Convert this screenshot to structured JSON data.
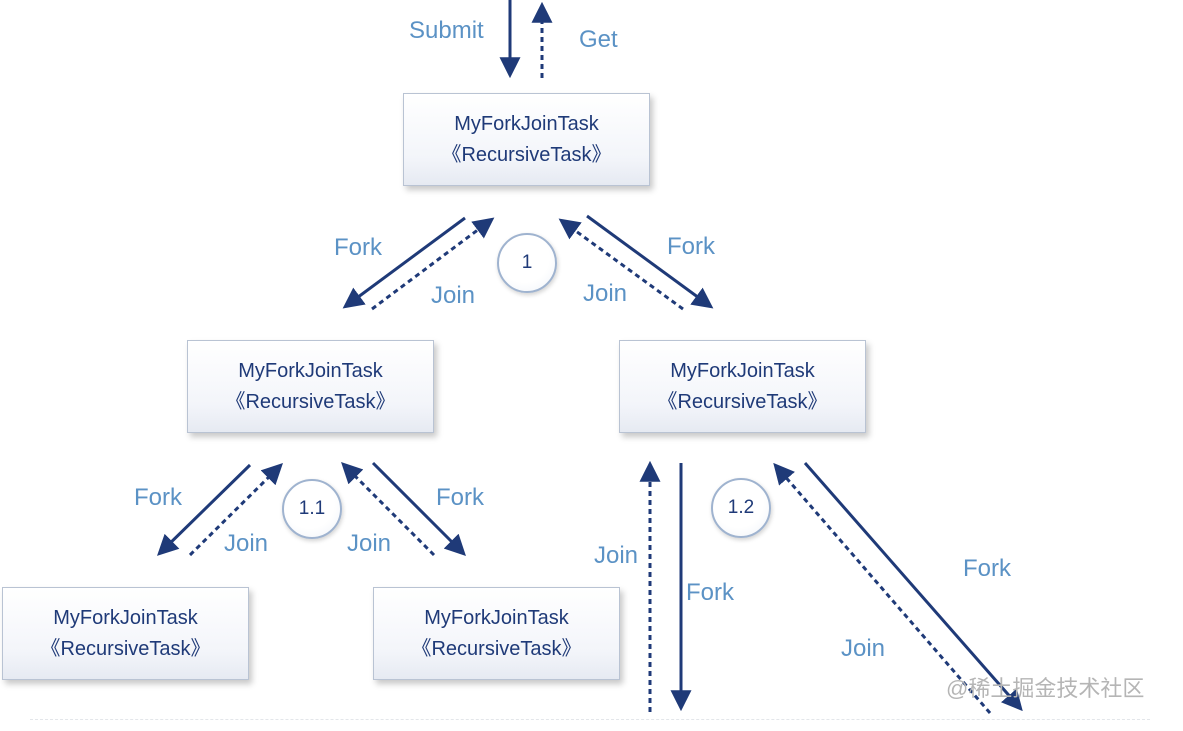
{
  "nodes": [
    {
      "title": "MyForkJoinTask",
      "subtitle": "《RecursiveTask》"
    },
    {
      "title": "MyForkJoinTask",
      "subtitle": "《RecursiveTask》"
    },
    {
      "title": "MyForkJoinTask",
      "subtitle": "《RecursiveTask》"
    },
    {
      "title": "MyForkJoinTask",
      "subtitle": "《RecursiveTask》"
    },
    {
      "title": "MyForkJoinTask",
      "subtitle": "《RecursiveTask》"
    }
  ],
  "labels": {
    "submit": "Submit",
    "get": "Get",
    "fork": "Fork",
    "join": "Join"
  },
  "badges": {
    "level1": "1",
    "level1_1": "1.1",
    "level1_2": "1.2"
  },
  "watermark": "@稀土掘金技术社区",
  "colors": {
    "arrow": "#1f3a78",
    "label": "#5b92c5",
    "node_text": "#1f3a78"
  }
}
